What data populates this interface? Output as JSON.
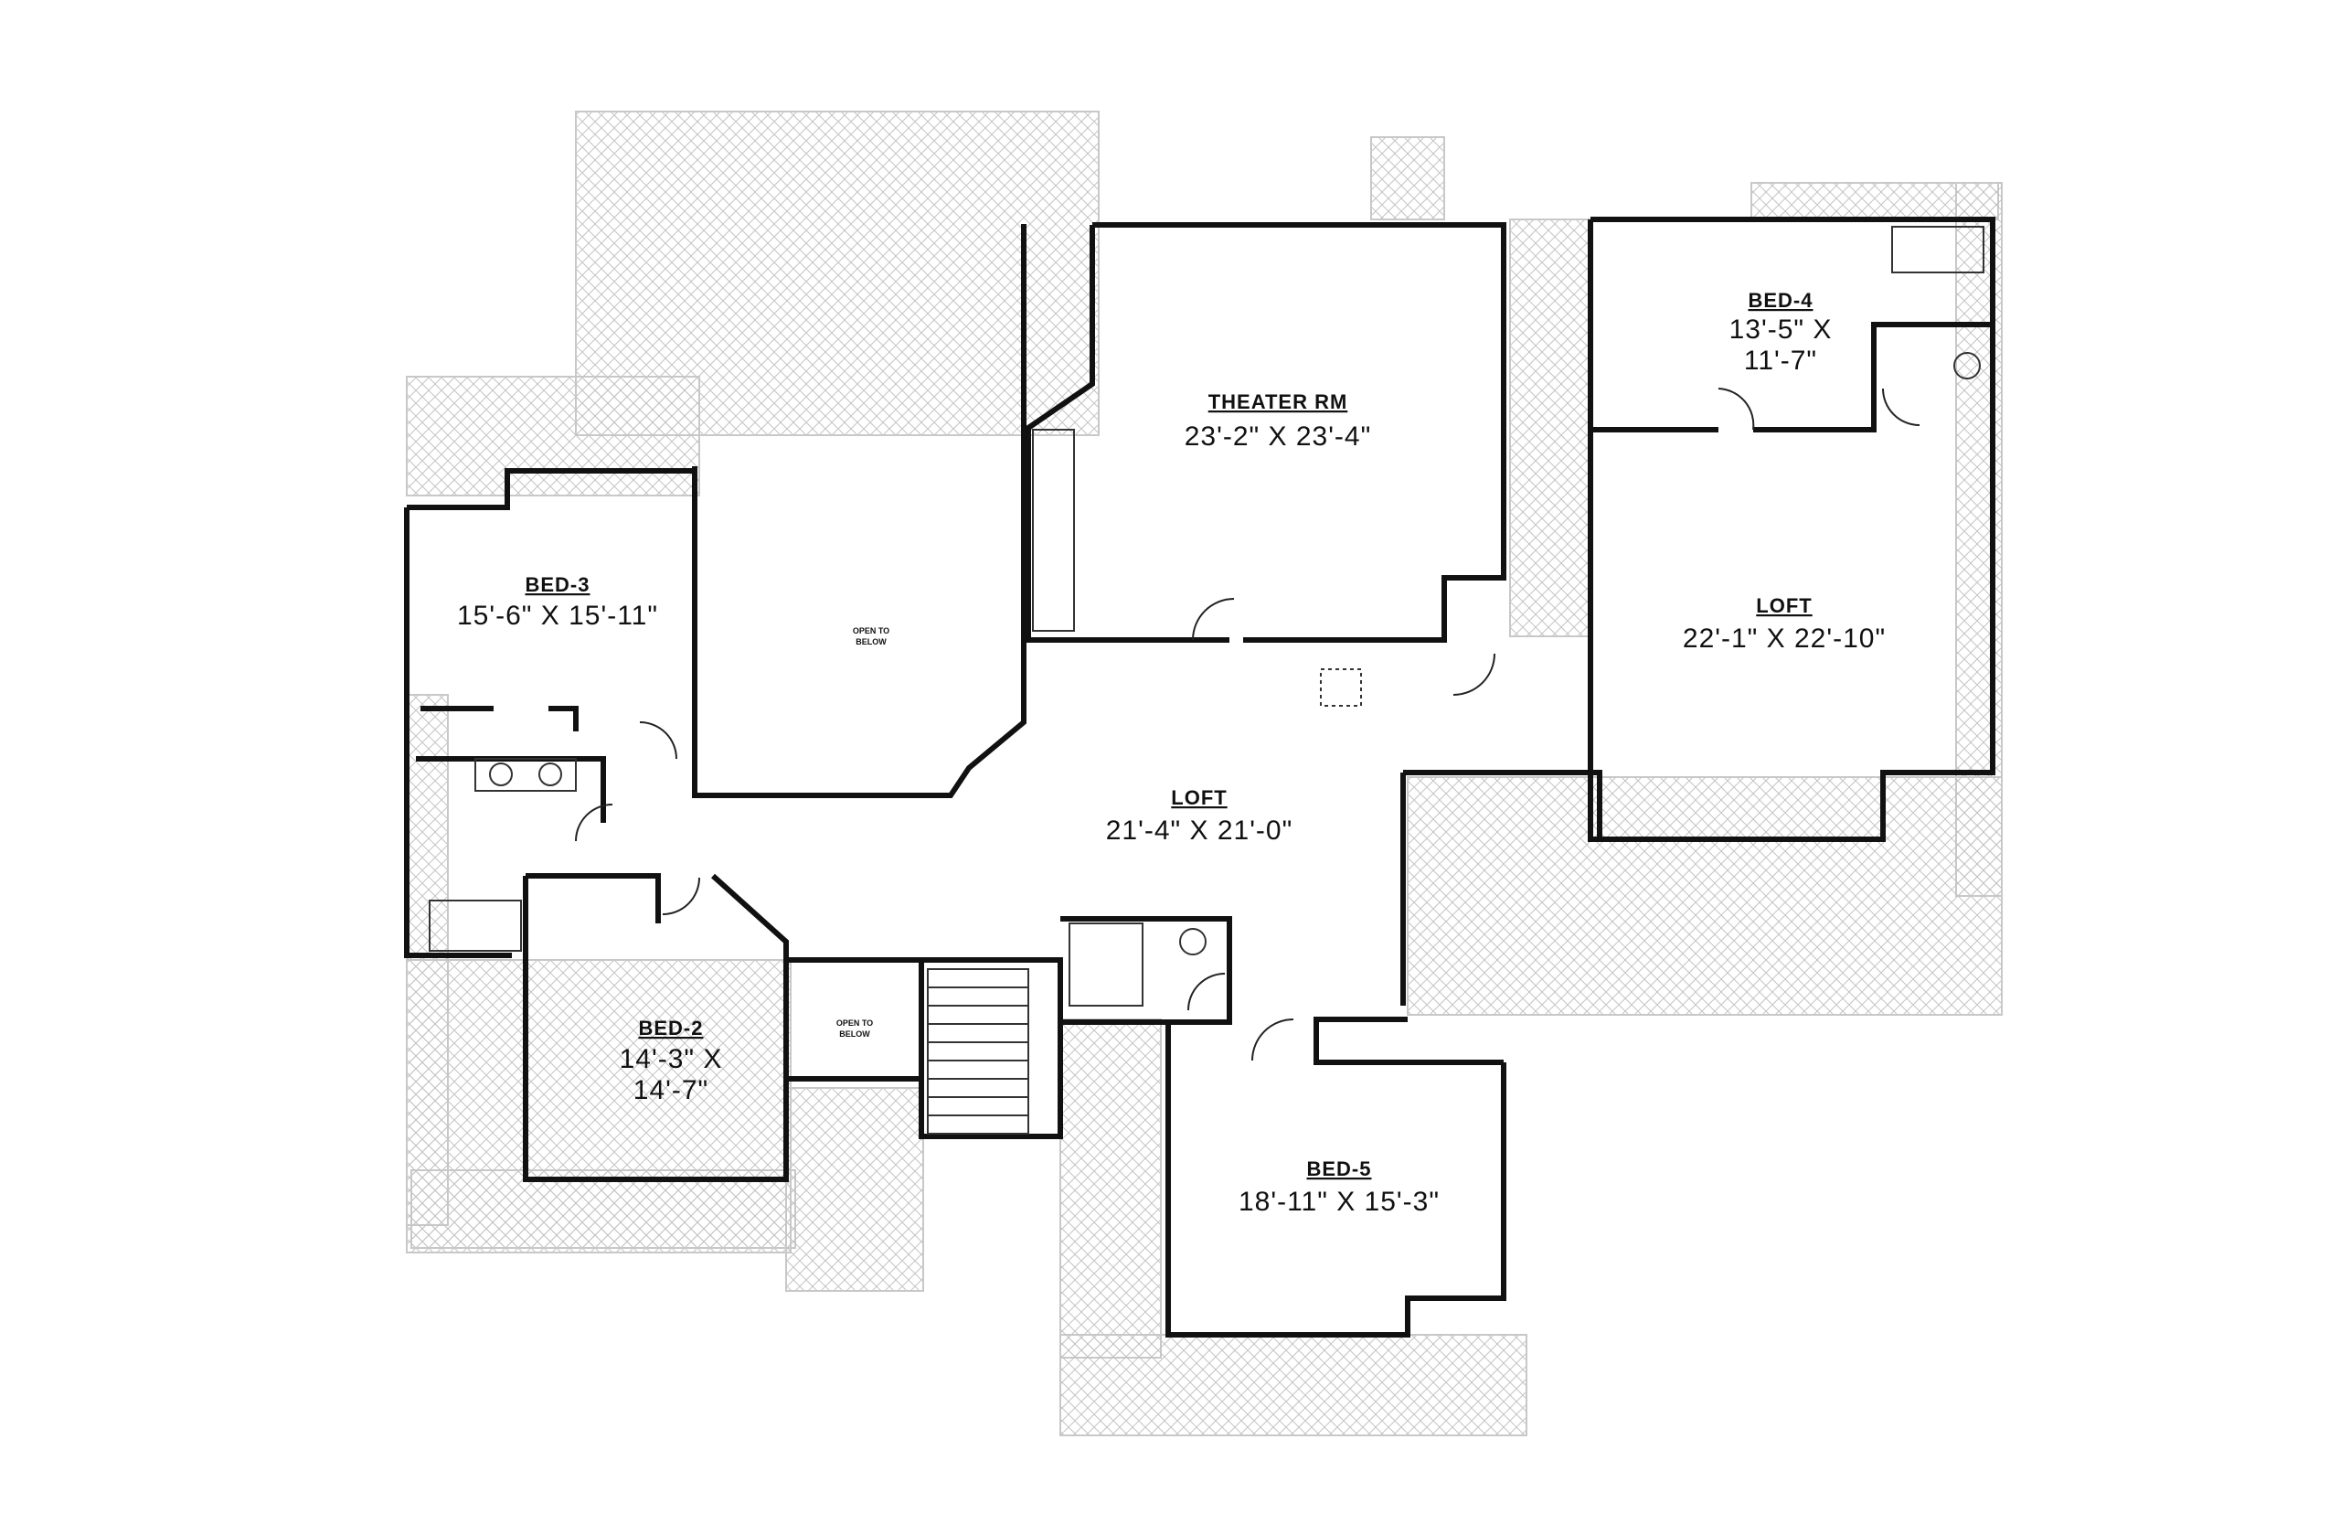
{
  "rooms": {
    "theater": {
      "name": "THEATER RM",
      "dim": "23'-2\" X 23'-4\""
    },
    "bed4": {
      "name": "BED-4",
      "dim1": "13'-5\" X",
      "dim2": "11'-7\""
    },
    "bed3": {
      "name": "BED-3",
      "dim": "15'-6\" X 15'-11\""
    },
    "loft_center": {
      "name": "LOFT",
      "dim": "21'-4\" X 21'-0\""
    },
    "loft_right": {
      "name": "LOFT",
      "dim": "22'-1\" X 22'-10\""
    },
    "bed2": {
      "name": "BED-2",
      "dim1": "14'-3\" X",
      "dim2": "14'-7\""
    },
    "bed5": {
      "name": "BED-5",
      "dim": "18'-11\" X 15'-3\""
    }
  },
  "open_to_below": {
    "upper": [
      "OPEN TO",
      "BELOW"
    ],
    "lower": [
      "OPEN TO",
      "BELOW"
    ]
  },
  "colors": {
    "wall": "#111111",
    "hatch": "#bdbdbd",
    "background": "#ffffff"
  }
}
